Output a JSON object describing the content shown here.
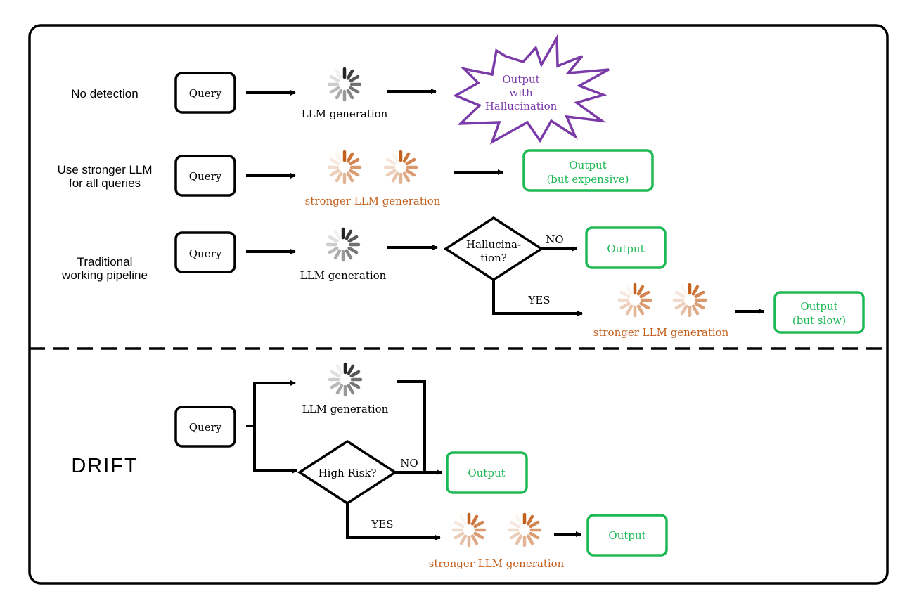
{
  "colors": {
    "frame": "#000000",
    "output": "#1db954",
    "hallucination": "#7a3aa8",
    "stronger": "#c4601e",
    "spinner_dark": "#222222"
  },
  "rows": {
    "no_detection": {
      "label": "No detection",
      "query": "Query",
      "generation": "LLM generation",
      "output_lines": [
        "Output",
        "with",
        "Hallucination"
      ]
    },
    "stronger": {
      "label_lines": [
        "Use stronger LLM",
        "for all queries"
      ],
      "query": "Query",
      "generation": "stronger LLM generation",
      "output_lines": [
        "Output",
        "(but expensive)"
      ]
    },
    "traditional": {
      "label_lines": [
        "Traditional",
        "working pipeline"
      ],
      "query": "Query",
      "generation": "LLM generation",
      "decision_lines": [
        "Hallucina-",
        "tion?"
      ],
      "no": "NO",
      "yes": "YES",
      "output": "Output",
      "stronger_generation": "stronger LLM generation",
      "output_slow_lines": [
        "Output",
        "(but slow)"
      ]
    }
  },
  "drift": {
    "label": "DRIFT",
    "query": "Query",
    "generation": "LLM generation",
    "decision": "High Risk?",
    "no": "NO",
    "yes": "YES",
    "output_top": "Output",
    "stronger_generation": "stronger LLM generation",
    "output_bottom": "Output"
  },
  "icons": {
    "spinner": "loading-spinner-icon",
    "burst": "starburst-icon"
  }
}
